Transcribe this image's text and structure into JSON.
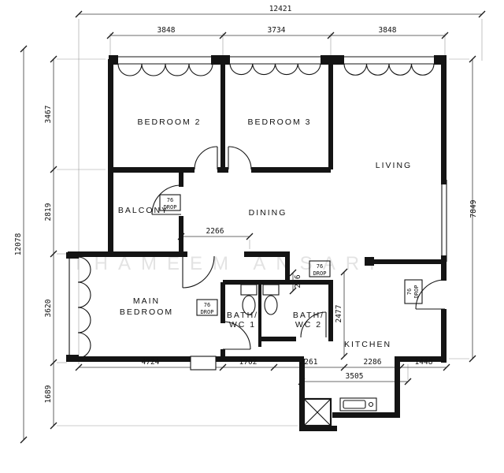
{
  "watermark": "THAMEEM ANSARI",
  "rooms": {
    "bedroom2": "BEDROOM 2",
    "bedroom3": "BEDROOM 3",
    "living": "LIVING",
    "balcony": "BALCONY",
    "dining": "DINING",
    "main_bedroom_l1": "MAIN",
    "main_bedroom_l2": "BEDROOM",
    "bath1_l1": "BATH/",
    "bath1_l2": "WC 1",
    "bath2_l1": "BATH/",
    "bath2_l2": "WC 2",
    "kitchen": "KITCHEN"
  },
  "dimensions": {
    "overall_width": "12421",
    "top_seg1": "3848",
    "top_seg2": "3734",
    "top_seg3": "3848",
    "overall_height": "12078",
    "left_seg1": "3467",
    "left_seg2": "2819",
    "left_seg3": "3620",
    "left_seg4": "1689",
    "right_height": "7849",
    "balcony_opening": "2266",
    "kitchen_depth": "2477",
    "wall_276": "276",
    "bottom_seg1": "4724",
    "bottom_seg2": "1702",
    "bottom_seg3": "2261",
    "bottom_seg4": "2286",
    "bottom_seg5": "1448",
    "bottom_span": "3505"
  },
  "drop_note": {
    "value": "76",
    "label": "DROP"
  }
}
